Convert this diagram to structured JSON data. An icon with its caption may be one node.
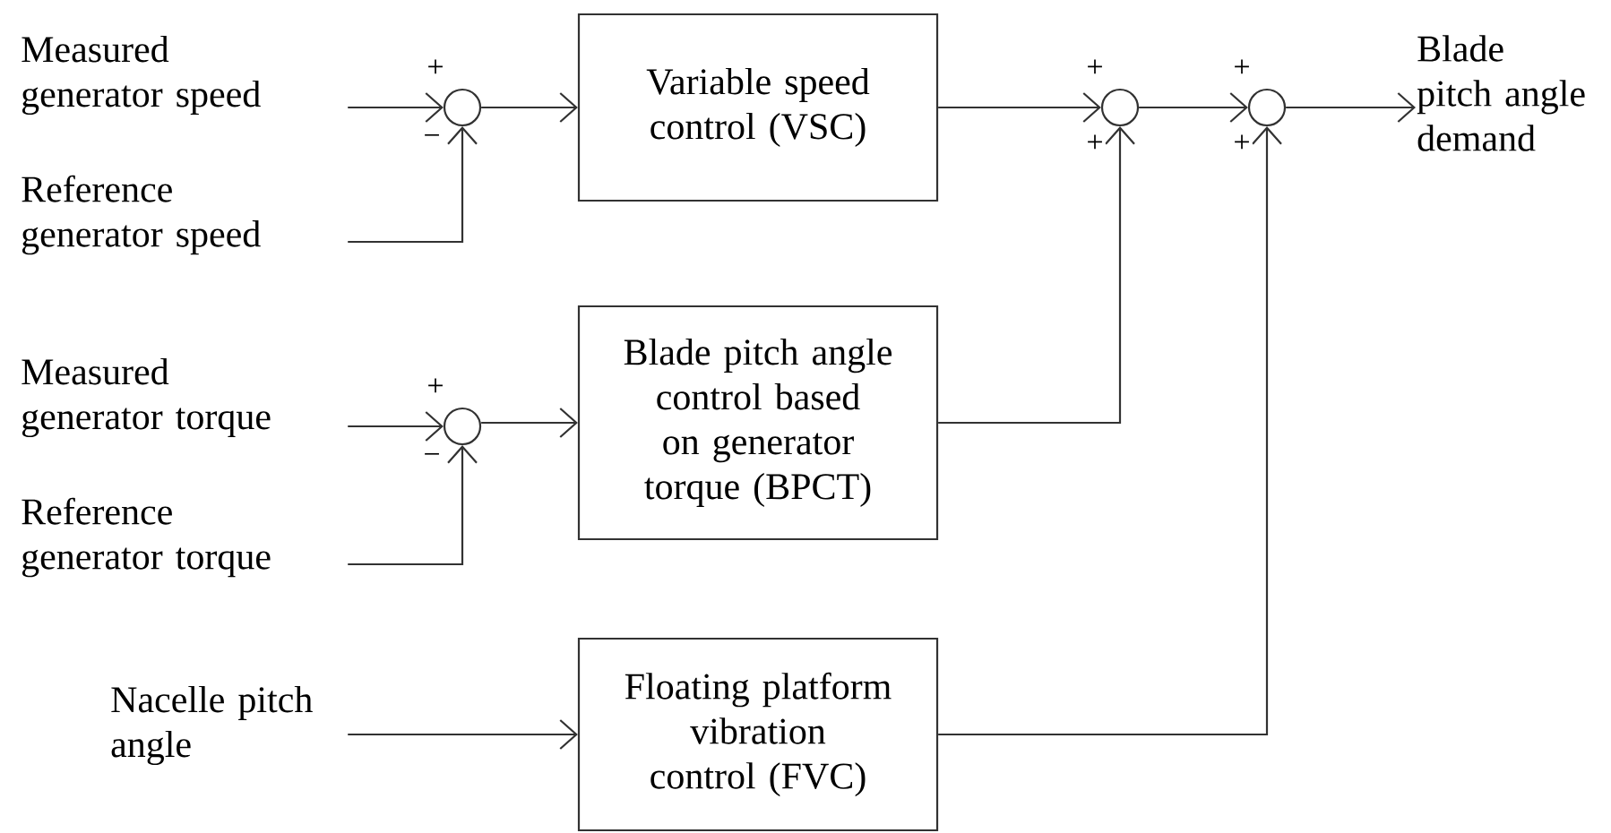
{
  "diagram": {
    "nodes": [
      {
        "text": [
          "Measured generator speed"
        ]
      },
      {
        "text": [
          "Reference generator speed"
        ]
      },
      {
        "text": [],
        "shape": "circle"
      },
      {
        "text": [
          "Variable speed control (VSC)"
        ]
      },
      {
        "text": [
          "Measured generator torque"
        ]
      },
      {
        "text": [
          "Reference generator torque"
        ]
      },
      {
        "text": [],
        "shape": "circle"
      },
      {
        "text": [
          "Blade pitch angle control based on generator torque (BPCT)"
        ]
      },
      {
        "text": [
          "Nacelle pitch angle"
        ]
      },
      {
        "text": [
          "Floating platform vibration control (FVC)"
        ]
      },
      {
        "text": [],
        "shape": "circle"
      },
      {
        "text": [],
        "shape": "circle"
      },
      {
        "text": [
          "Blade pitch angle demand"
        ]
      }
    ],
    "edges": [
      {
        "from": 0,
        "to": 2,
        "arrow": "to",
        "label": "+"
      },
      {
        "from": 1,
        "to": 2,
        "arrow": "to",
        "label": "−"
      },
      {
        "from": 2,
        "to": 3,
        "arrow": "to"
      },
      {
        "from": 4,
        "to": 6,
        "arrow": "to",
        "label": "+"
      },
      {
        "from": 5,
        "to": 6,
        "arrow": "to",
        "label": "−"
      },
      {
        "from": 6,
        "to": 7,
        "arrow": "to"
      },
      {
        "from": 3,
        "to": 10,
        "arrow": "to",
        "label": "+"
      },
      {
        "from": 7,
        "to": 10,
        "arrow": "to",
        "label": "+"
      },
      {
        "from": 10,
        "to": 11,
        "arrow": "to",
        "label": "+"
      },
      {
        "from": 9,
        "to": 11,
        "arrow": "to",
        "label": "+"
      },
      {
        "from": 11,
        "to": 12,
        "arrow": "to"
      },
      {
        "from": 8,
        "to": 9,
        "arrow": "to"
      }
    ]
  }
}
